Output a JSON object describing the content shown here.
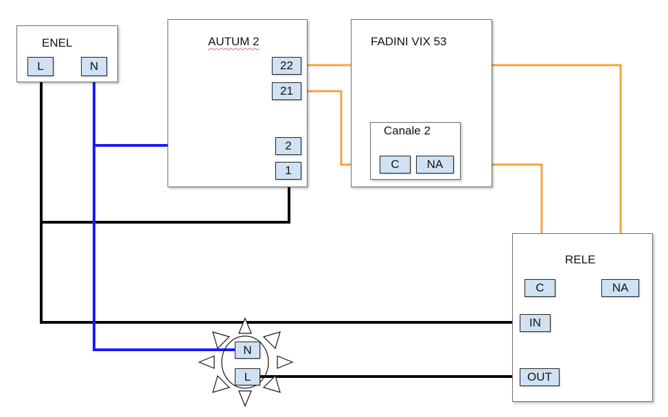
{
  "enel": {
    "title": "ENEL",
    "terminals": {
      "l": "L",
      "n": "N"
    }
  },
  "autum": {
    "title": "AUTUM 2",
    "terminals": {
      "t22": "22",
      "t21": "21",
      "t2": "2",
      "t1": "1"
    }
  },
  "fadini": {
    "title": "FADINI VIX 53",
    "channel": {
      "title": "Canale 2",
      "terminals": {
        "c": "C",
        "na": "NA"
      }
    }
  },
  "rele": {
    "title": "RELE",
    "terminals": {
      "c": "C",
      "na": "NA",
      "in": "IN",
      "out": "OUT"
    }
  },
  "lamp": {
    "icon": "sun-lamp-icon",
    "terminals": {
      "n": "N",
      "l": "L"
    }
  },
  "colors": {
    "line_l": "#000000",
    "line_n": "#1a1aff",
    "control": "#f6a23c",
    "terminal_fill": "#cfe2f3"
  }
}
